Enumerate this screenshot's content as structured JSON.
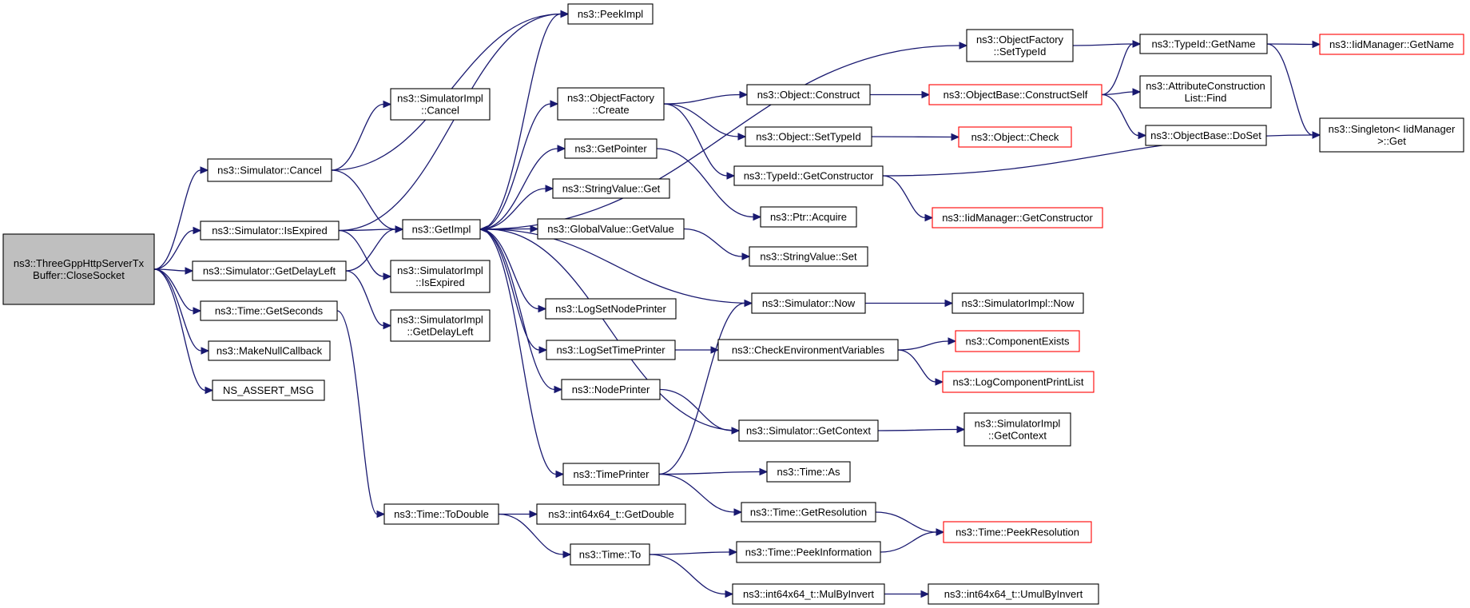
{
  "diagram": {
    "type": "call-graph",
    "colors": {
      "edge": "#191970",
      "box_border": "#000000",
      "truncated_border": "#ff0000",
      "root_fill": "#bfbfbf",
      "box_fill": "#ffffff"
    },
    "nodes": [
      {
        "id": "root",
        "lines": [
          "ns3::ThreeGppHttpServerTx",
          "Buffer::CloseSocket"
        ],
        "style": "root"
      },
      {
        "id": "sim_cancel",
        "lines": [
          "ns3::Simulator::Cancel"
        ]
      },
      {
        "id": "sim_isexpired",
        "lines": [
          "ns3::Simulator::IsExpired"
        ]
      },
      {
        "id": "sim_getdelayleft",
        "lines": [
          "ns3::Simulator::GetDelayLeft"
        ]
      },
      {
        "id": "time_getseconds",
        "lines": [
          "ns3::Time::GetSeconds"
        ]
      },
      {
        "id": "makenullcallback",
        "lines": [
          "ns3::MakeNullCallback"
        ]
      },
      {
        "id": "ns_assert_msg",
        "lines": [
          "NS_ASSERT_MSG"
        ]
      },
      {
        "id": "simimpl_cancel",
        "lines": [
          "ns3::SimulatorImpl",
          "::Cancel"
        ]
      },
      {
        "id": "getimpl",
        "lines": [
          "ns3::GetImpl"
        ]
      },
      {
        "id": "simimpl_isexpired",
        "lines": [
          "ns3::SimulatorImpl",
          "::IsExpired"
        ]
      },
      {
        "id": "simimpl_getdelayleft",
        "lines": [
          "ns3::SimulatorImpl",
          "::GetDelayLeft"
        ]
      },
      {
        "id": "time_todouble",
        "lines": [
          "ns3::Time::ToDouble"
        ]
      },
      {
        "id": "peekimpl",
        "lines": [
          "ns3::PeekImpl"
        ]
      },
      {
        "id": "objfactory_create",
        "lines": [
          "ns3::ObjectFactory",
          "::Create"
        ]
      },
      {
        "id": "getpointer",
        "lines": [
          "ns3::GetPointer"
        ]
      },
      {
        "id": "stringvalue_get",
        "lines": [
          "ns3::StringValue::Get"
        ]
      },
      {
        "id": "globalvalue_getvalue",
        "lines": [
          "ns3::GlobalValue::GetValue"
        ]
      },
      {
        "id": "logsetnodeprinter",
        "lines": [
          "ns3::LogSetNodePrinter"
        ]
      },
      {
        "id": "logsettimeprinter",
        "lines": [
          "ns3::LogSetTimePrinter"
        ]
      },
      {
        "id": "nodeprinter",
        "lines": [
          "ns3::NodePrinter"
        ]
      },
      {
        "id": "timeprinter",
        "lines": [
          "ns3::TimePrinter"
        ]
      },
      {
        "id": "int64_getdouble",
        "lines": [
          "ns3::int64x64_t::GetDouble"
        ]
      },
      {
        "id": "time_to",
        "lines": [
          "ns3::Time::To"
        ]
      },
      {
        "id": "object_construct",
        "lines": [
          "ns3::Object::Construct"
        ]
      },
      {
        "id": "object_settypeid",
        "lines": [
          "ns3::Object::SetTypeId"
        ]
      },
      {
        "id": "typeid_getconstructor",
        "lines": [
          "ns3::TypeId::GetConstructor"
        ]
      },
      {
        "id": "ptr_acquire",
        "lines": [
          "ns3::Ptr::Acquire"
        ]
      },
      {
        "id": "stringvalue_set",
        "lines": [
          "ns3::StringValue::Set"
        ]
      },
      {
        "id": "sim_now",
        "lines": [
          "ns3::Simulator::Now"
        ]
      },
      {
        "id": "checkenvvars",
        "lines": [
          "ns3::CheckEnvironmentVariables"
        ]
      },
      {
        "id": "sim_getcontext",
        "lines": [
          "ns3::Simulator::GetContext"
        ]
      },
      {
        "id": "time_as",
        "lines": [
          "ns3::Time::As"
        ]
      },
      {
        "id": "time_getresolution",
        "lines": [
          "ns3::Time::GetResolution"
        ]
      },
      {
        "id": "time_peekinformation",
        "lines": [
          "ns3::Time::PeekInformation"
        ]
      },
      {
        "id": "int64_mulbyinvert",
        "lines": [
          "ns3::int64x64_t::MulByInvert"
        ]
      },
      {
        "id": "objfactory_settypeid",
        "lines": [
          "ns3::ObjectFactory",
          "::SetTypeId"
        ]
      },
      {
        "id": "objbase_constructself",
        "lines": [
          "ns3::ObjectBase::ConstructSelf"
        ],
        "style": "truncated"
      },
      {
        "id": "object_check",
        "lines": [
          "ns3::Object::Check"
        ],
        "style": "truncated"
      },
      {
        "id": "iidmanager_getconstructor",
        "lines": [
          "ns3::IidManager::GetConstructor"
        ],
        "style": "truncated"
      },
      {
        "id": "simimpl_now",
        "lines": [
          "ns3::SimulatorImpl::Now"
        ]
      },
      {
        "id": "componentexists",
        "lines": [
          "ns3::ComponentExists"
        ],
        "style": "truncated"
      },
      {
        "id": "logcomponentprintlist",
        "lines": [
          "ns3::LogComponentPrintList"
        ],
        "style": "truncated"
      },
      {
        "id": "simimpl_getcontext",
        "lines": [
          "ns3::SimulatorImpl",
          "::GetContext"
        ]
      },
      {
        "id": "time_peekresolution",
        "lines": [
          "ns3::Time::PeekResolution"
        ],
        "style": "truncated"
      },
      {
        "id": "int64_umulbyinvert",
        "lines": [
          "ns3::int64x64_t::UmulByInvert"
        ]
      },
      {
        "id": "typeid_getname",
        "lines": [
          "ns3::TypeId::GetName"
        ]
      },
      {
        "id": "attrconstructionlist_find",
        "lines": [
          "ns3::AttributeConstruction",
          "List::Find"
        ]
      },
      {
        "id": "objbase_doset",
        "lines": [
          "ns3::ObjectBase::DoSet"
        ]
      },
      {
        "id": "iidmanager_getname",
        "lines": [
          "ns3::IidManager::GetName"
        ],
        "style": "truncated"
      },
      {
        "id": "singleton_get",
        "lines": [
          "ns3::Singleton< IidManager",
          ">::Get"
        ]
      }
    ],
    "edges": [
      [
        "root",
        "sim_cancel"
      ],
      [
        "root",
        "sim_isexpired"
      ],
      [
        "root",
        "sim_getdelayleft"
      ],
      [
        "root",
        "time_getseconds"
      ],
      [
        "root",
        "makenullcallback"
      ],
      [
        "root",
        "ns_assert_msg"
      ],
      [
        "sim_cancel",
        "simimpl_cancel"
      ],
      [
        "sim_cancel",
        "getimpl"
      ],
      [
        "sim_cancel",
        "peekimpl"
      ],
      [
        "sim_isexpired",
        "getimpl"
      ],
      [
        "sim_isexpired",
        "simimpl_isexpired"
      ],
      [
        "sim_isexpired",
        "peekimpl"
      ],
      [
        "sim_getdelayleft",
        "getimpl"
      ],
      [
        "sim_getdelayleft",
        "simimpl_getdelayleft"
      ],
      [
        "time_getseconds",
        "time_todouble"
      ],
      [
        "time_todouble",
        "int64_getdouble"
      ],
      [
        "time_todouble",
        "time_to"
      ],
      [
        "getimpl",
        "peekimpl"
      ],
      [
        "getimpl",
        "objfactory_create"
      ],
      [
        "getimpl",
        "objfactory_settypeid"
      ],
      [
        "getimpl",
        "getpointer"
      ],
      [
        "getimpl",
        "stringvalue_get"
      ],
      [
        "getimpl",
        "globalvalue_getvalue"
      ],
      [
        "getimpl",
        "logsetnodeprinter"
      ],
      [
        "getimpl",
        "logsettimeprinter"
      ],
      [
        "getimpl",
        "nodeprinter"
      ],
      [
        "getimpl",
        "timeprinter"
      ],
      [
        "objfactory_create",
        "object_construct"
      ],
      [
        "objfactory_create",
        "object_settypeid"
      ],
      [
        "objfactory_create",
        "typeid_getconstructor"
      ],
      [
        "getpointer",
        "ptr_acquire"
      ],
      [
        "globalvalue_getvalue",
        "stringvalue_set"
      ],
      [
        "sim_now",
        "getimpl"
      ],
      [
        "sim_now",
        "simimpl_now"
      ],
      [
        "logsettimeprinter",
        "checkenvvars"
      ],
      [
        "checkenvvars",
        "componentexists"
      ],
      [
        "checkenvvars",
        "logcomponentprintlist"
      ],
      [
        "nodeprinter",
        "sim_getcontext"
      ],
      [
        "sim_getcontext",
        "getimpl"
      ],
      [
        "sim_getcontext",
        "simimpl_getcontext"
      ],
      [
        "timeprinter",
        "sim_now"
      ],
      [
        "timeprinter",
        "time_as"
      ],
      [
        "timeprinter",
        "time_getresolution"
      ],
      [
        "time_getresolution",
        "time_peekresolution"
      ],
      [
        "time_to",
        "time_peekinformation"
      ],
      [
        "time_to",
        "int64_mulbyinvert"
      ],
      [
        "time_peekinformation",
        "time_peekresolution"
      ],
      [
        "int64_mulbyinvert",
        "int64_umulbyinvert"
      ],
      [
        "object_construct",
        "objbase_constructself"
      ],
      [
        "object_settypeid",
        "object_check"
      ],
      [
        "typeid_getconstructor",
        "iidmanager_getconstructor"
      ],
      [
        "typeid_getconstructor",
        "singleton_get"
      ],
      [
        "objfactory_settypeid",
        "typeid_getname"
      ],
      [
        "objbase_constructself",
        "typeid_getname"
      ],
      [
        "objbase_constructself",
        "attrconstructionlist_find"
      ],
      [
        "objbase_constructself",
        "objbase_doset"
      ],
      [
        "typeid_getname",
        "iidmanager_getname"
      ],
      [
        "typeid_getname",
        "singleton_get"
      ]
    ]
  }
}
